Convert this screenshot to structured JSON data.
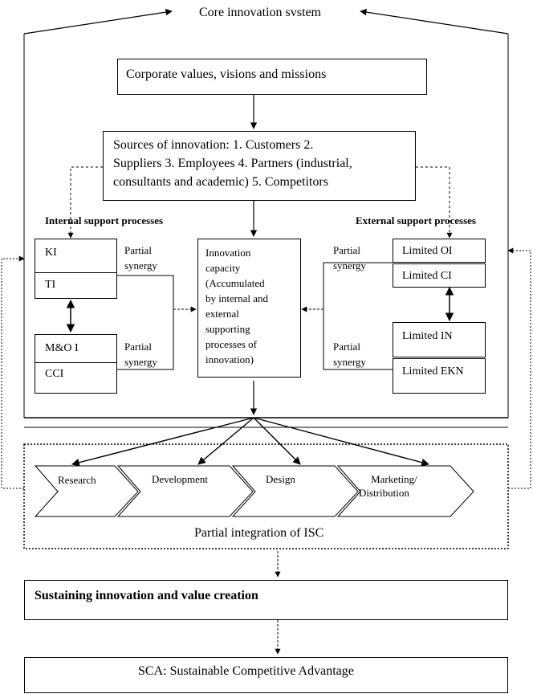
{
  "diagram": {
    "title": "Core innovation svstem",
    "corporate_values": "Corporate values, visions and missions",
    "sources": {
      "line1": "Sources of innovation: 1. Customers 2.",
      "line2": "Suppliers 3. Employees 4. Partners (industrial,",
      "line3": "consultants and academic) 5. Competitors"
    },
    "internal_support": "Internal support processes",
    "external_support": "External support processes",
    "internal_boxes": {
      "ki": "KI",
      "ti": "TI",
      "mo": "M&O I",
      "cci": "CCI"
    },
    "external_boxes": {
      "oi": "Limited OI",
      "ci": "Limited CI",
      "in": "Limited IN",
      "ekn": "Limited EKN"
    },
    "synergy_labels": {
      "partial": "Partial",
      "synergy": "synergy"
    },
    "innovation_capacity": [
      "Innovation",
      "capacity",
      "(Accumulated",
      "by internal and",
      "external",
      "supporting",
      "processes of",
      "innovation)"
    ],
    "value_chain": {
      "research": "Research",
      "development": "Development",
      "design": "Design",
      "marketing_line1": "Marketing/",
      "marketing_line2": "Distribution"
    },
    "partial_integration": "Partial integration of ISC",
    "sustaining": "Sustaining innovation and value creation",
    "sca": "SCA: Sustainable Competitive Advantage"
  }
}
